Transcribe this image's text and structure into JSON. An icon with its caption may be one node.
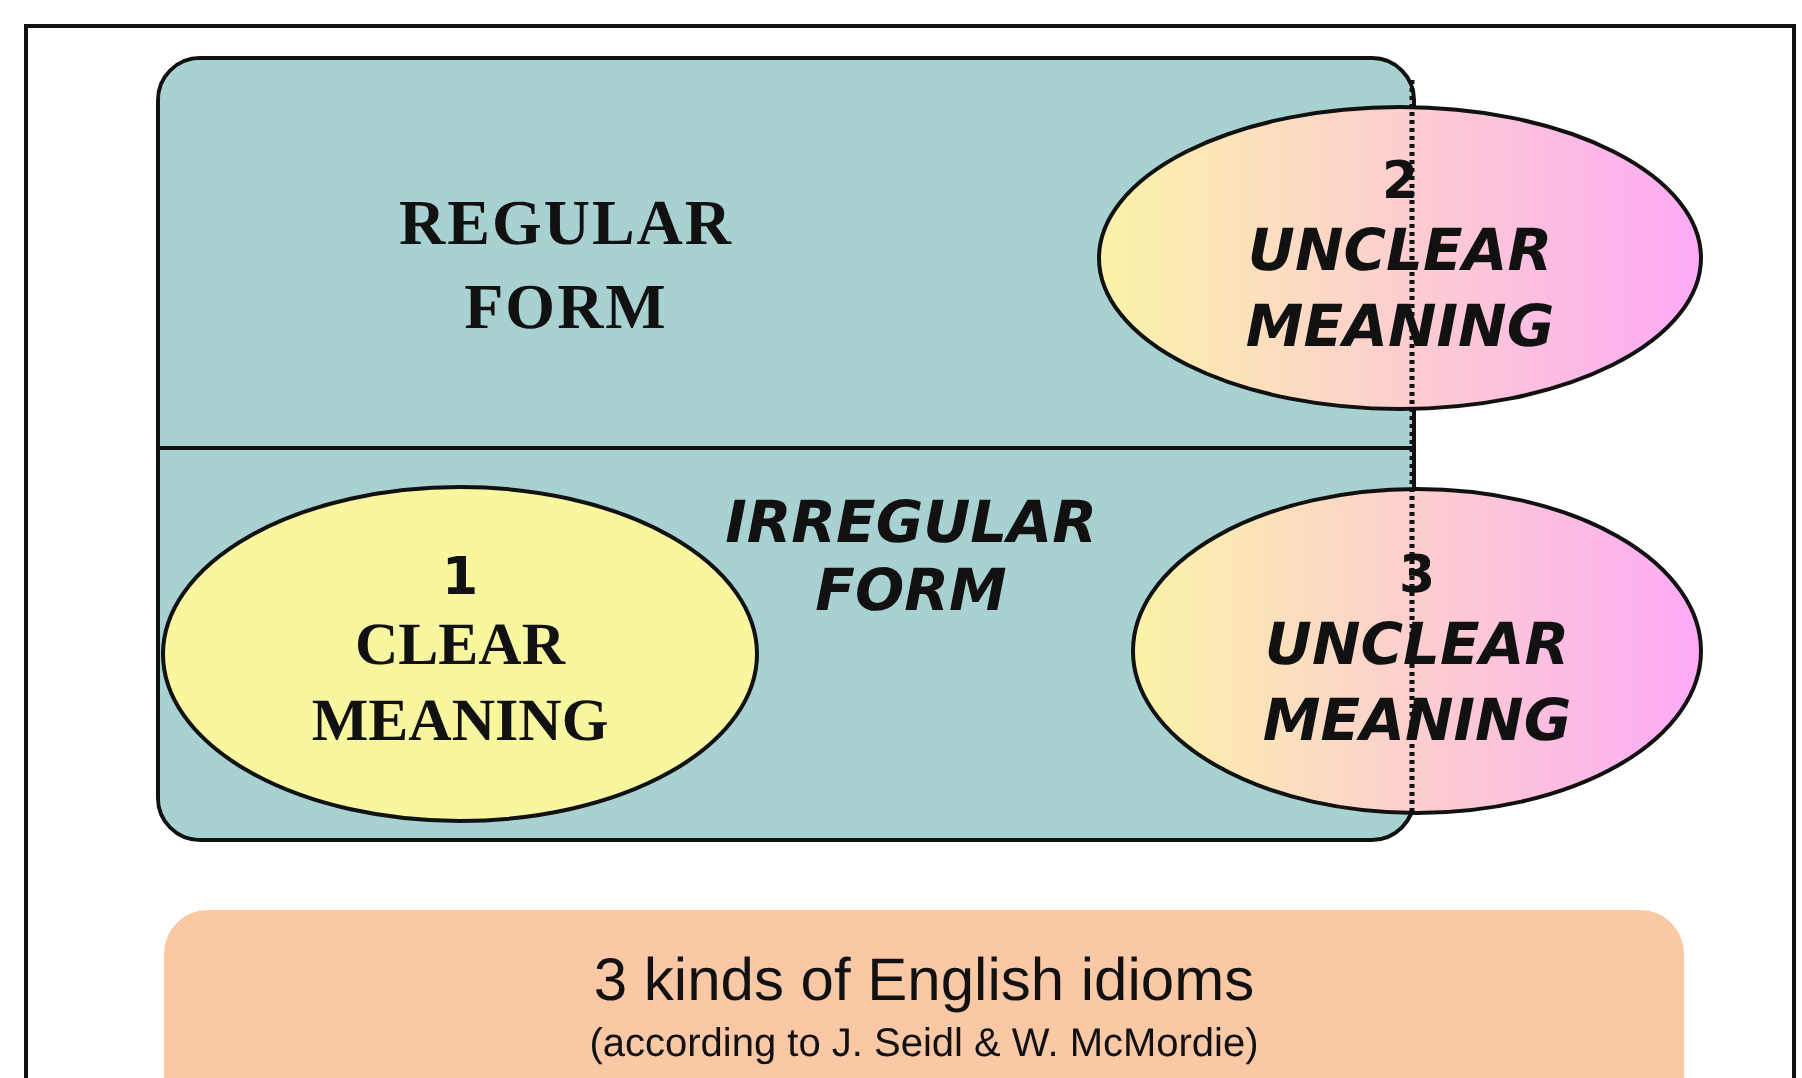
{
  "diagram": {
    "nodes": [
      {
        "text": [
          "REGULAR FORM"
        ]
      },
      {
        "text": [
          "IRREGULAR FORM"
        ]
      },
      {
        "text": [
          "1",
          "CLEAR MEANING"
        ],
        "in": 1
      },
      {
        "text": [
          "2",
          "UNCLEAR MEANING"
        ]
      },
      {
        "text": [
          "3",
          "UNCLEAR MEANING"
        ]
      },
      {
        "text": [
          "3 kinds of English idioms",
          "(according to J. Seidl & W. McMordie)"
        ]
      }
    ]
  }
}
